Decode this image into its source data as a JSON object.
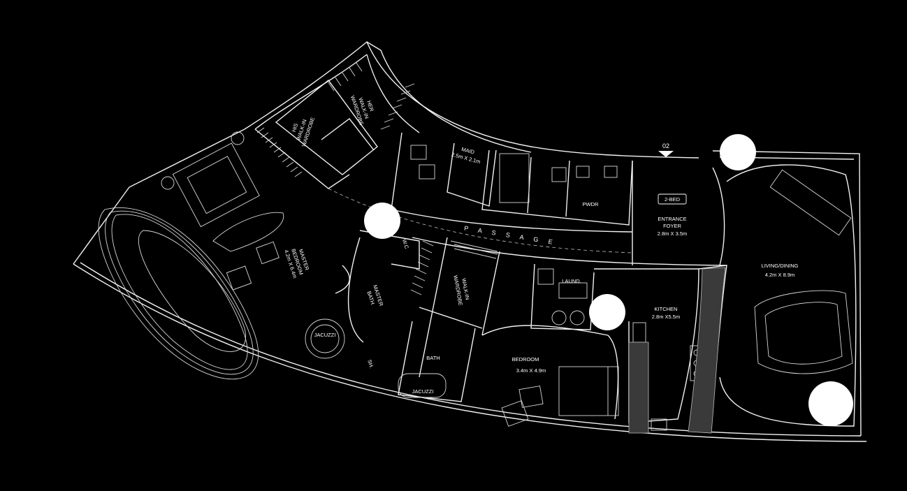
{
  "labels": {
    "his_wardrobe": [
      "HIS",
      "WALK-IN",
      "WARDROBE"
    ],
    "her_wardrobe": [
      "HER",
      "WALK-IN",
      "WARDROBE"
    ],
    "maid": [
      "MAID",
      "2.5m X 2.1m"
    ],
    "pwdr": "PWDR",
    "passage": "P A S S A G E",
    "unit_tag": "02",
    "unit_type": "2-BED",
    "entrance": [
      "ENTRANCE",
      "FOYER",
      "2.8m X 3.5m"
    ],
    "living": [
      "LIVING/DINING",
      "4.2m X 8.9m"
    ],
    "master_bedroom": [
      "MASTER",
      "BEDROOM",
      "4.2m X 6.4m"
    ],
    "wc": "W.C",
    "master_bath": [
      "MASTER",
      "BATH"
    ],
    "walkin_wardrobe": [
      "WALK-IN",
      "WARDROBE"
    ],
    "laund": "LAUND.",
    "kitchen": [
      "KITCHEN",
      "2.8m X5.5m"
    ],
    "jacuzzi_1": "JACUZZI",
    "sh": "SH.",
    "bath": "BATH",
    "jacuzzi_2": "JACUZZI",
    "bedroom": [
      "BEDROOM",
      "3.4m X 4.9m"
    ]
  }
}
